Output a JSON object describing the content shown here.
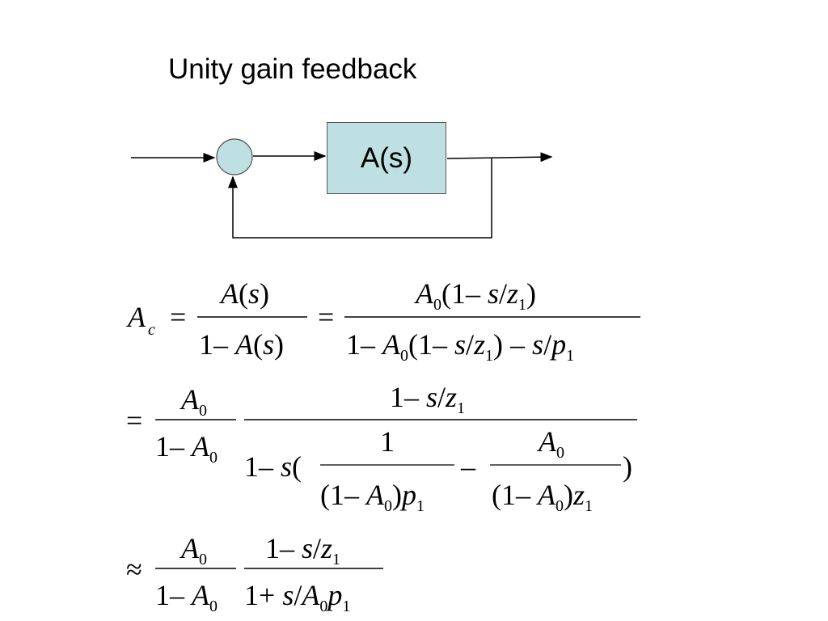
{
  "title": "Unity gain feedback",
  "block_label": "A(s)",
  "colors": {
    "block_fill": "#bfe0e3",
    "junction_fill": "#bfe0e3",
    "line": "#000000"
  },
  "equations": {
    "line1": "A_c = A(s) / (1 − A(s)) = A_0(1 − s/z_1) / (1 − A_0(1 − s/z_1) − s/p_1)",
    "line2": "= A_0/(1 − A_0) · (1 − s/z_1) / (1 − s(1/((1 − A_0)p_1) − A_0/((1 − A_0)z_1)))",
    "line3": "≈ A_0/(1 − A_0) · (1 − s/z_1) / (1 + s/A_0p_1)"
  }
}
